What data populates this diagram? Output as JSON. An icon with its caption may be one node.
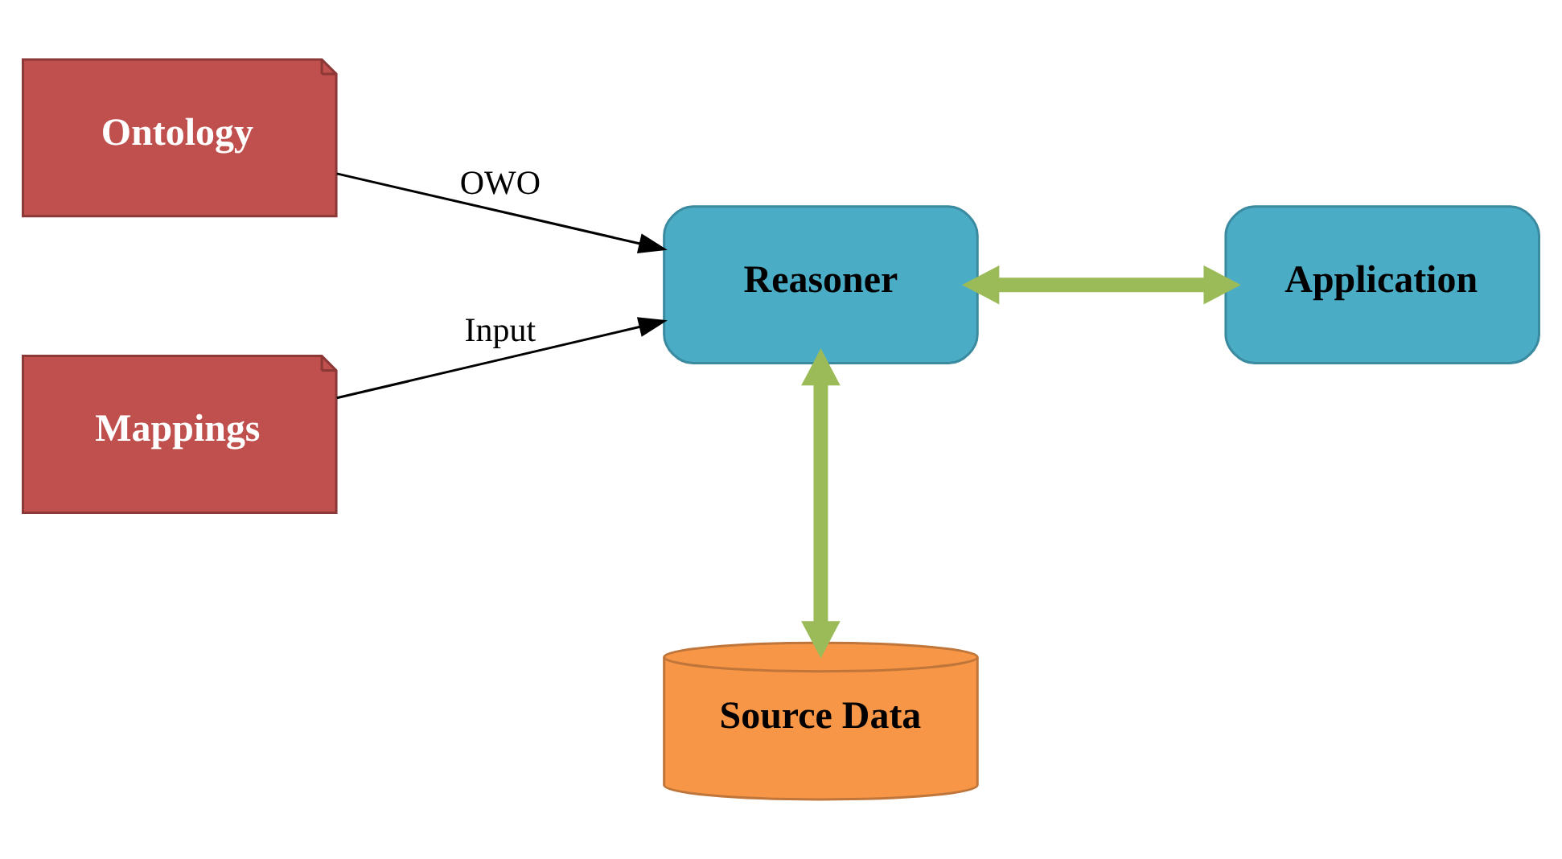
{
  "diagram": {
    "nodes": [
      {
        "text": [
          "Ontology"
        ]
      },
      {
        "text": [
          "Mappings"
        ]
      },
      {
        "text": [
          "Reasoner"
        ]
      },
      {
        "text": [
          "Application"
        ]
      },
      {
        "text": [
          "Source Data"
        ]
      }
    ],
    "edges": [
      {
        "from": 0,
        "to": 2,
        "arrow": "to",
        "label": "OWO"
      },
      {
        "from": 1,
        "to": 2,
        "arrow": "to",
        "label": "Input"
      },
      {
        "from": 2,
        "to": 3,
        "arrow": "both",
        "style": "thick",
        "color": "#9bbb59"
      },
      {
        "from": 2,
        "to": 4,
        "arrow": "both",
        "style": "thick",
        "color": "#9bbb59"
      }
    ]
  }
}
